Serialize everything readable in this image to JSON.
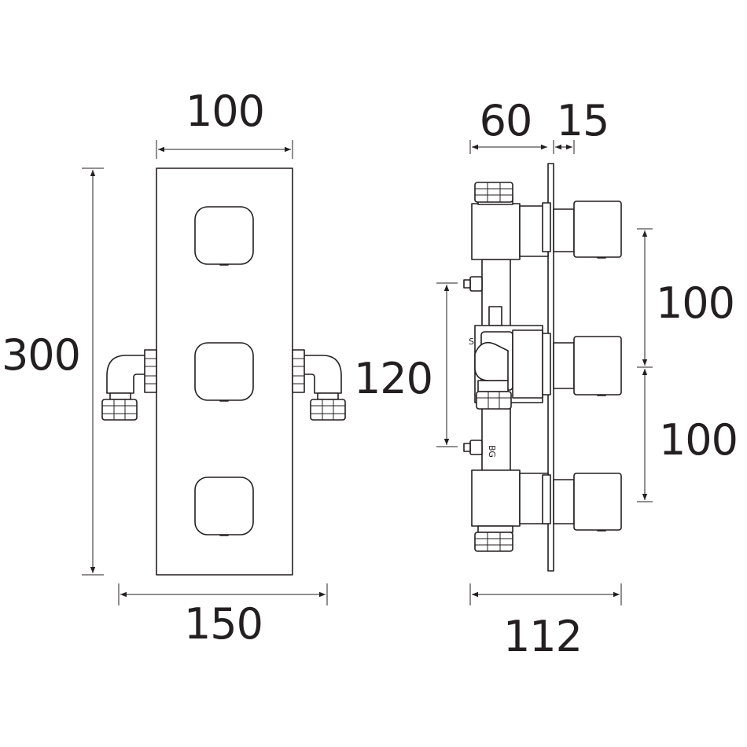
{
  "dimensions": {
    "front_width": "100",
    "front_height": "300",
    "front_overall_width": "150",
    "side_depth_body": "60",
    "side_depth_handle": "15",
    "side_overall_depth": "112",
    "side_centers_upper": "100",
    "side_centers_lower": "100",
    "side_inlet_height": "120"
  },
  "stamp_text": "BG",
  "colors": {
    "line": "#231f20",
    "background": "#ffffff"
  }
}
